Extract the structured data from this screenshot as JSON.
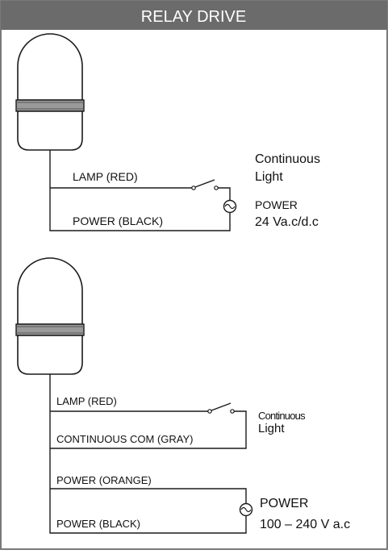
{
  "header": {
    "title": "RELAY DRIVE",
    "bg_color": "#6b6b6b",
    "text_color": "#ffffff"
  },
  "border_color": "#7a7a7a",
  "diagram1": {
    "wire_lamp": "LAMP (RED)",
    "wire_power": "POWER (BLACK)",
    "output_label_line1": "Continuous",
    "output_label_line2": "Light",
    "power_label_line1": "POWER",
    "power_label_line2": "24 Va.c/d.c"
  },
  "diagram2": {
    "wire_lamp": "LAMP (RED)",
    "wire_com": "CONTINUOUS COM (GRAY)",
    "wire_power_orange": "POWER (ORANGE)",
    "wire_power_black": "POWER (BLACK)",
    "output_label_line1": "Continuous",
    "output_label_line2": "Light",
    "power_label_line1": "POWER",
    "power_label_line2": "100 – 240 V a.c"
  },
  "icons": {
    "lamp": "signal-lamp-icon",
    "switch": "switch-icon",
    "ac_source": "ac-source-icon"
  }
}
